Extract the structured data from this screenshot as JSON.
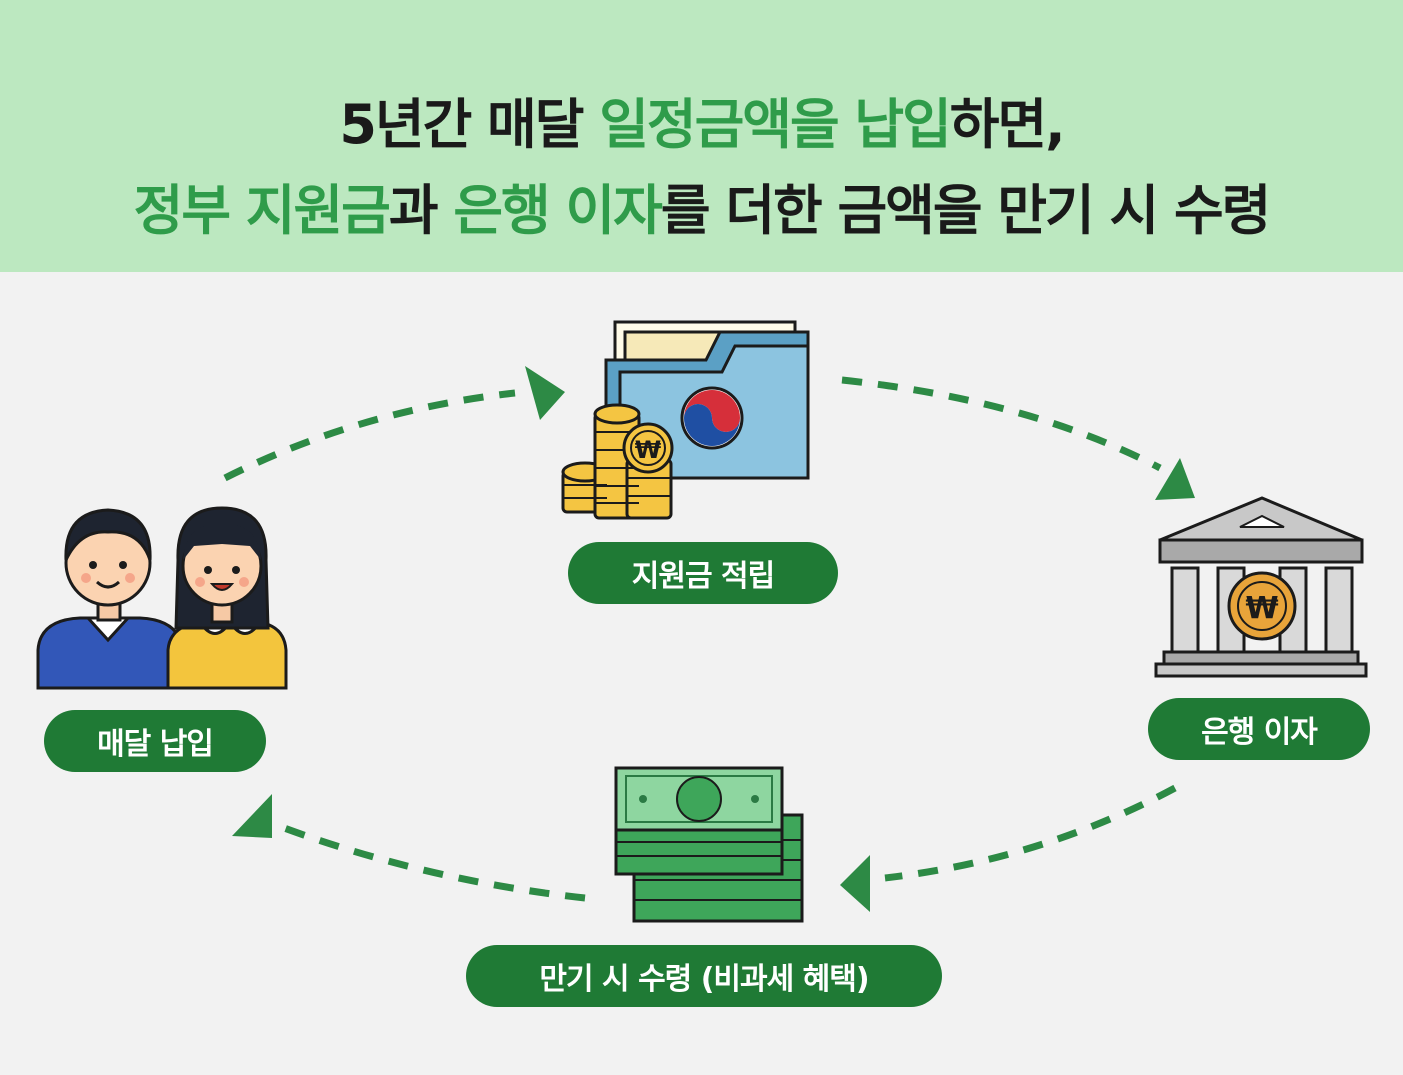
{
  "header": {
    "line1": {
      "a": "5년간 매달 ",
      "b": "일정금액을 납입",
      "c": "하면,"
    },
    "line2": {
      "a": "정부 지원금",
      "b": "과 ",
      "c": "은행 이자",
      "d": "를 더한 금액을 만기 시 수령"
    }
  },
  "nodes": {
    "monthly_payment": "매달 납입",
    "subsidy_savings": "지원금 적립",
    "bank_interest": "은행 이자",
    "maturity_receipt": "만기 시 수령 (비과세 혜택)"
  },
  "icons": {
    "folder_coin": "₩",
    "bank_coin": "₩"
  },
  "colors": {
    "header_bg": "#bce8c0",
    "accent_green": "#2f9c4a",
    "pill_green": "#1f7a35",
    "background": "#f2f2f2"
  }
}
